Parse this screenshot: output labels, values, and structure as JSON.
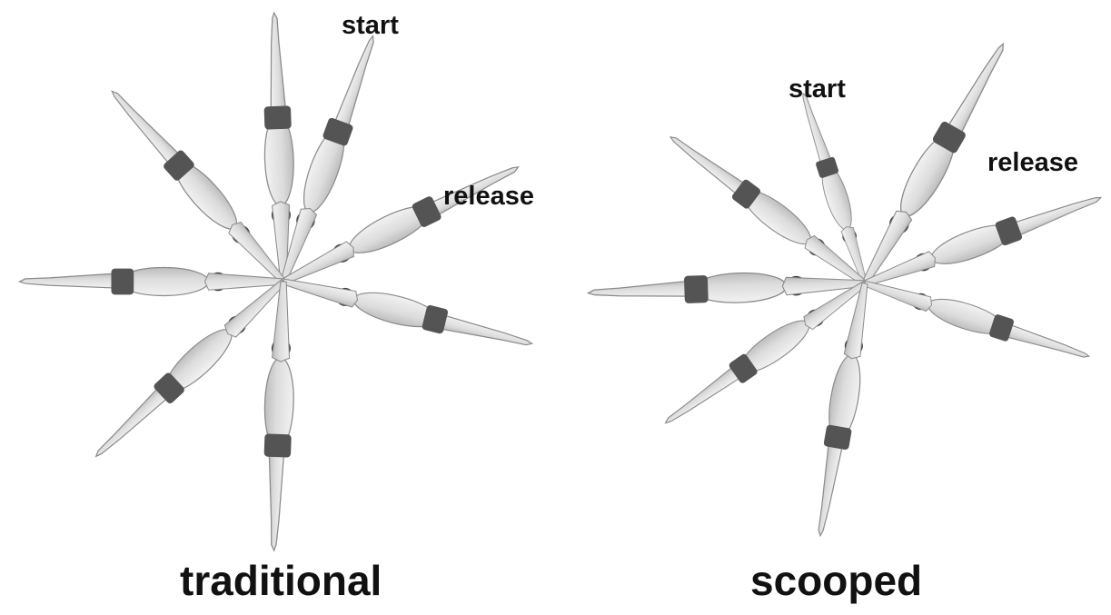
{
  "panels": [
    {
      "id": "traditional",
      "caption": "traditional",
      "start_label": "start",
      "release_label": "release",
      "figure_count": 8
    },
    {
      "id": "scooped",
      "caption": "scooped",
      "start_label": "start",
      "release_label": "release",
      "figure_count": 8
    }
  ],
  "colors": {
    "body": "#e3e3e3",
    "body_outline": "#8a8a8a",
    "trunks": "#545454",
    "head": "#3c3c3c",
    "text": "#111111"
  }
}
